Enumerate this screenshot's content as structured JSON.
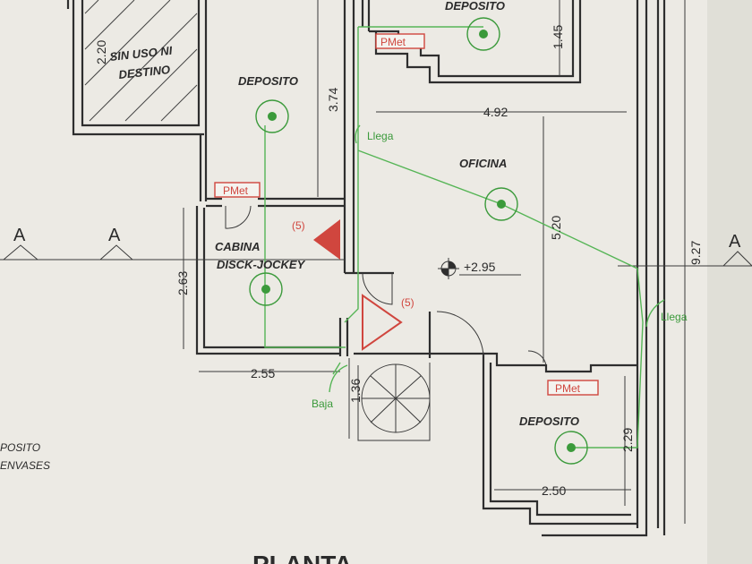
{
  "rooms": {
    "deposito_top": "DEPOSITO",
    "sin_uso_line1": "SIN USO NI",
    "sin_uso_line2": "DESTINO",
    "deposito_left": "DEPOSITO",
    "oficina": "OFICINA",
    "cabina_line1": "CABINA",
    "cabina_line2": "DISCK-JOCKEY",
    "deposito_bottom_right": "DEPOSITO",
    "deposito_envases_line1": "POSITO",
    "deposito_envases_line2": "ENVASES"
  },
  "dimensions": {
    "d_2_20": "2.20",
    "d_3_74": "3.74",
    "d_1_45": "1.45",
    "d_4_92": "4.92",
    "d_5_20": "5.20",
    "d_9_27": "9.27",
    "d_2_63": "2.63",
    "d_2_55": "2.55",
    "d_1_36": "1.36",
    "d_2_29": "2.29",
    "d_2_50": "2.50",
    "level": "+2.95"
  },
  "section_marks": [
    "A",
    "A",
    "A"
  ],
  "electrical": {
    "pmet": "PMet",
    "llega": "Llega",
    "baja": "Baja",
    "extinguisher_count": "(5)"
  },
  "footer_title": "PLANTA"
}
